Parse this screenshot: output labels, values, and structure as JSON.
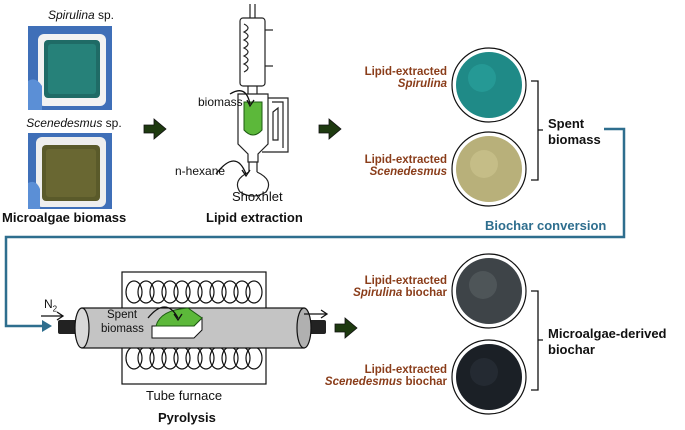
{
  "microalgae": {
    "spirulina_genus": "Spirulina",
    "spirulina_suffix": " sp.",
    "scenedesmus_genus": "Scenedesmus",
    "scenedesmus_suffix": " sp.",
    "section_title": "Microalgae biomass"
  },
  "extraction": {
    "biomass_label": "biomass",
    "solvent_label": "n-hexane",
    "apparatus_label": "Shoxhlet",
    "section_title": "Lipid extraction"
  },
  "spent": {
    "spirulina_line1": "Lipid-extracted",
    "spirulina_line2": "Spirulina",
    "scenedesmus_line1": "Lipid-extracted",
    "scenedesmus_line2": "Scenedesmus",
    "group_label_line1": "Spent",
    "group_label_line2": "biomass"
  },
  "conversion": {
    "label": "Biochar conversion"
  },
  "pyrolysis": {
    "gas_main": "N",
    "gas_sub": "2",
    "sample_line1": "Spent",
    "sample_line2": "biomass",
    "furnace_label": "Tube furnace",
    "section_title": "Pyrolysis"
  },
  "biochar": {
    "spirulina_line1": "Lipid-extracted",
    "spirulina_italic": "Spirulina",
    "spirulina_suffix": " biochar",
    "scenedesmus_line1": "Lipid-extracted",
    "scenedesmus_italic": "Scenedesmus",
    "scenedesmus_suffix": " biochar",
    "group_label_line1": "Microalgae-derived",
    "group_label_line2": "biochar"
  },
  "colors": {
    "accent_blue": "#2e6e8e",
    "label_brown": "#8a3d1a",
    "arrow_dark": "#1e3a10",
    "sample_green": "#5cb83a"
  }
}
